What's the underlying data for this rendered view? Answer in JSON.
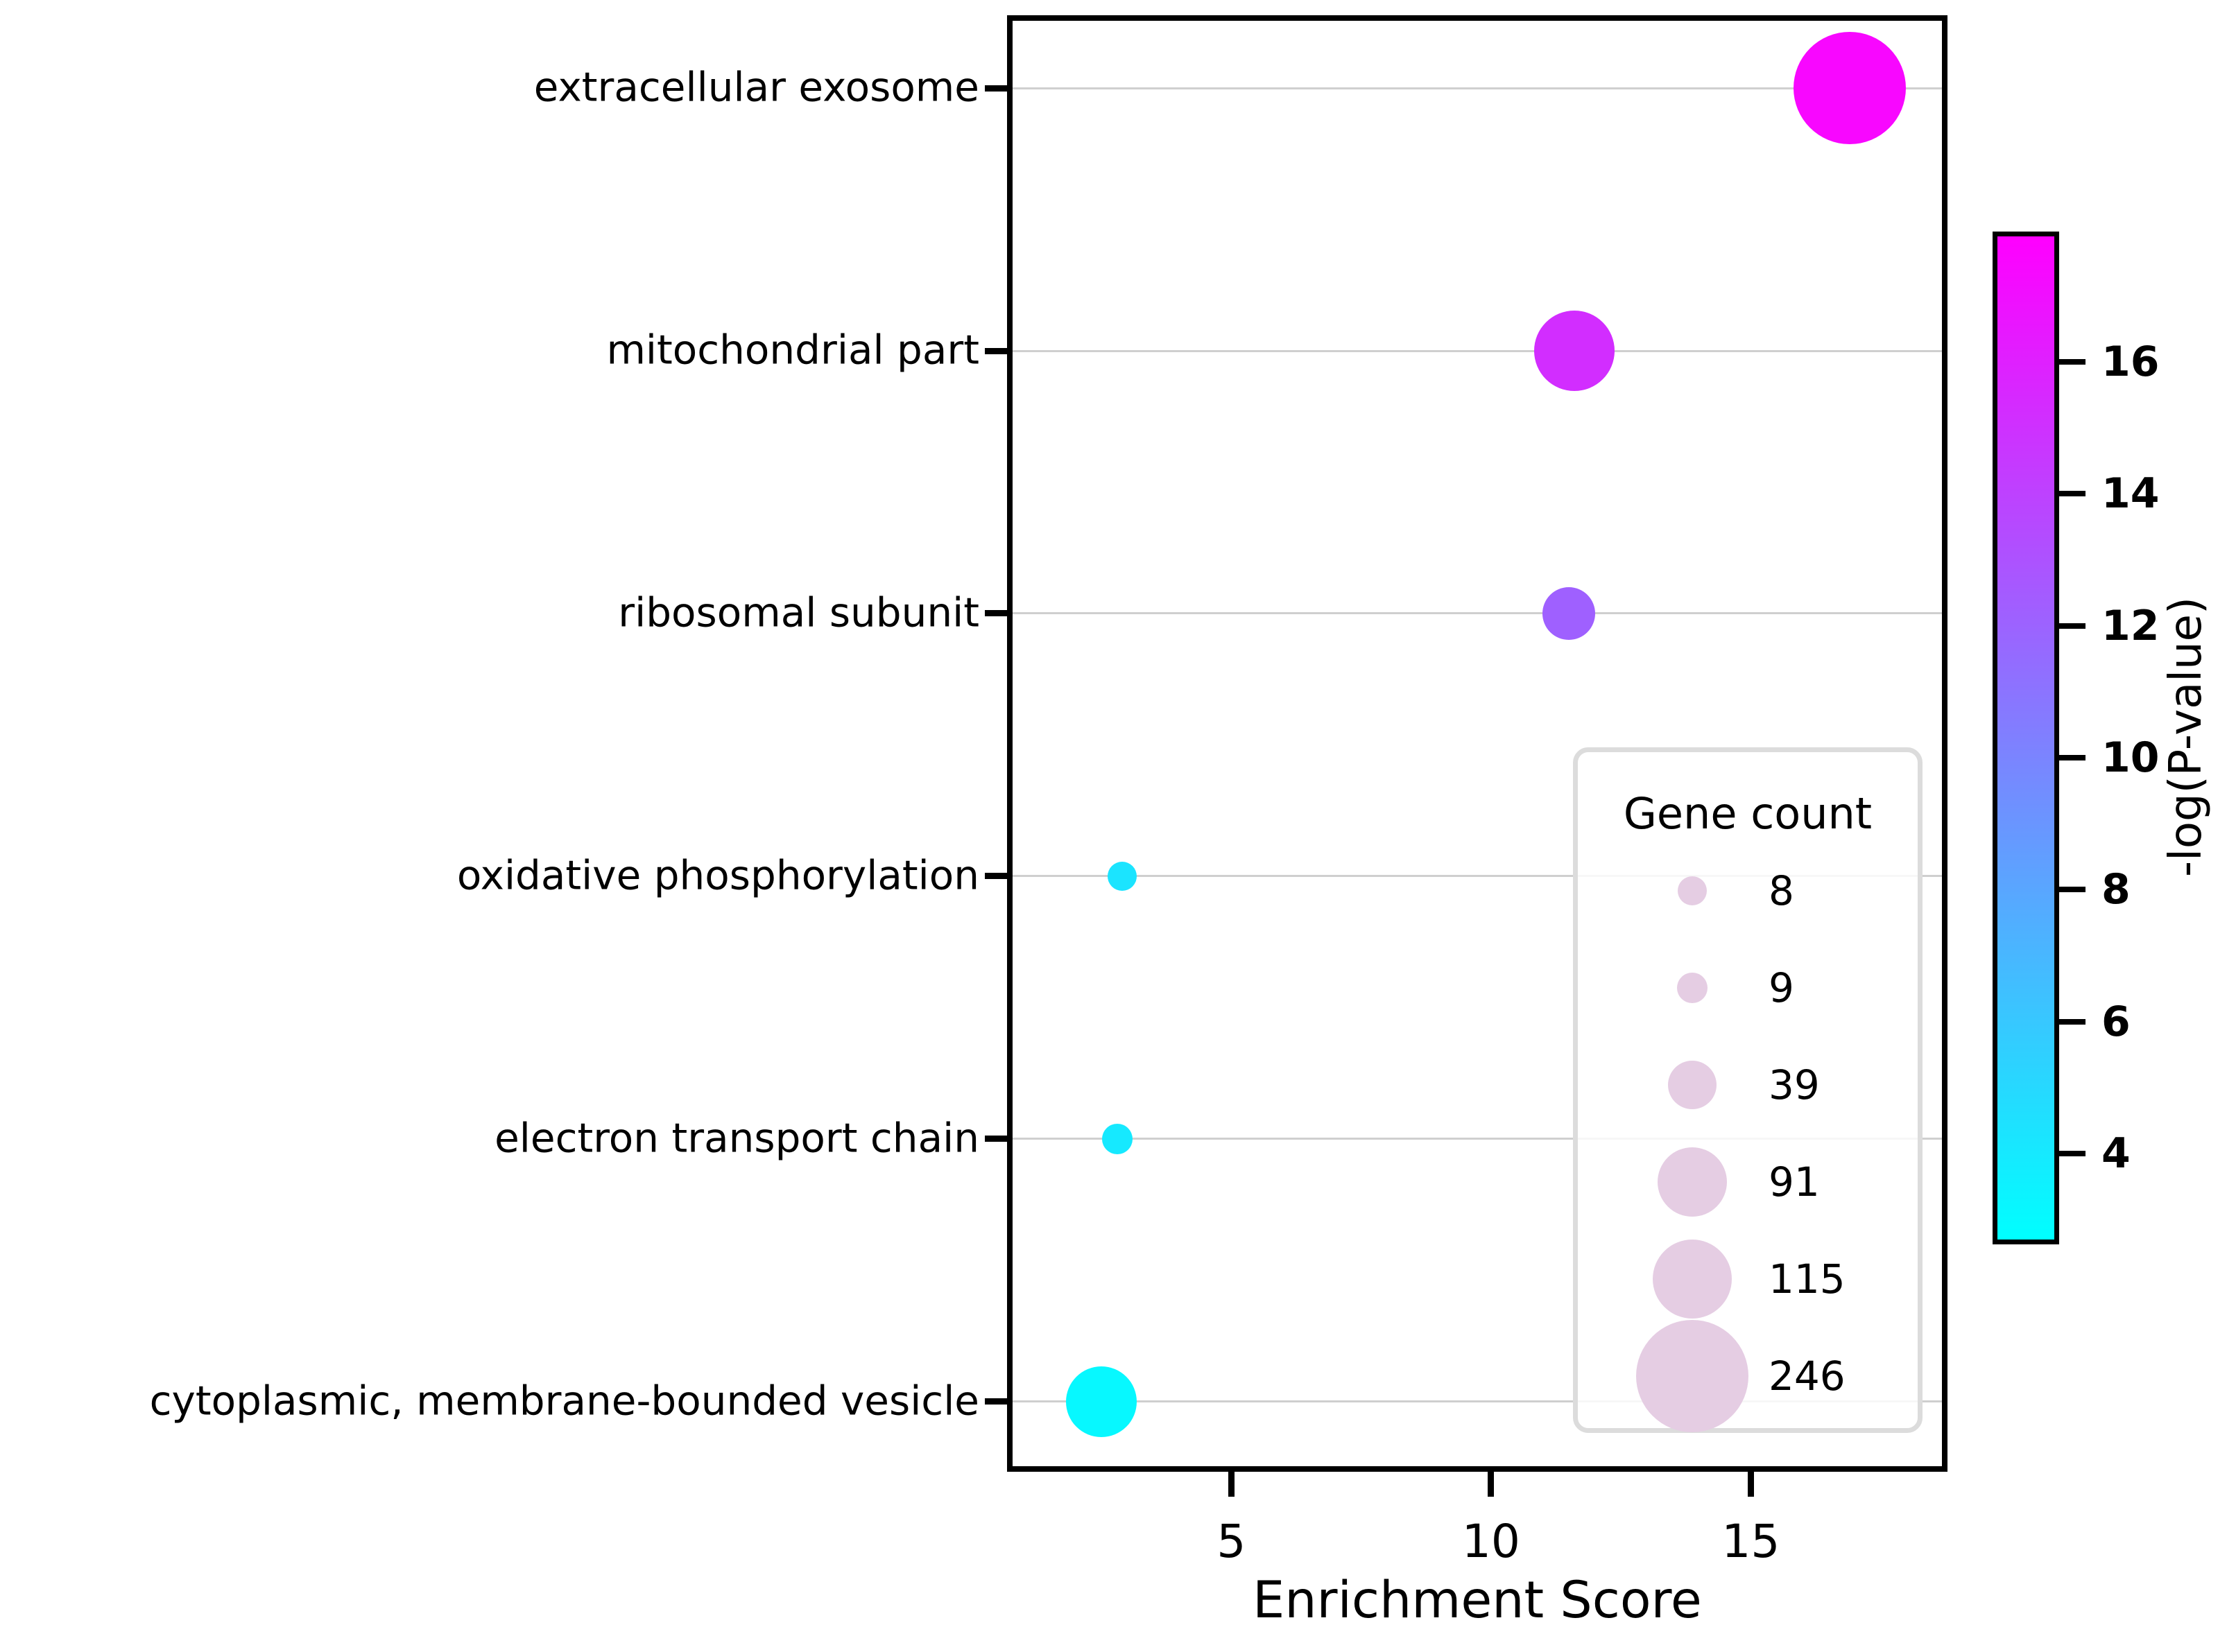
{
  "figure": {
    "background": "#ffffff"
  },
  "chart_data": {
    "type": "scatter",
    "title": "",
    "xlabel": "Enrichment Score",
    "ylabel": "",
    "x_ticks": [
      5,
      10,
      15
    ],
    "xlim": [
      0.79,
      18.68
    ],
    "grid": "horizontal-only",
    "legend_position": "inside lower-right",
    "points": [
      {
        "category": "extracellular exosome",
        "enrichment_score": 16.9,
        "gene_count": 246,
        "neg_log_p": 17.5,
        "marker_radius_px": 81
      },
      {
        "category": "mitochondrial part",
        "enrichment_score": 11.6,
        "gene_count": 115,
        "neg_log_p": 15.2,
        "marker_radius_px": 58
      },
      {
        "category": "ribosomal subunit",
        "enrichment_score": 11.5,
        "gene_count": 39,
        "neg_log_p": 12.2,
        "marker_radius_px": 38
      },
      {
        "category": "oxidative phosphorylation",
        "enrichment_score": 2.9,
        "gene_count": 8,
        "neg_log_p": 4.3,
        "marker_radius_px": 21
      },
      {
        "category": "electron transport chain",
        "enrichment_score": 2.8,
        "gene_count": 9,
        "neg_log_p": 4.0,
        "marker_radius_px": 22
      },
      {
        "category": "cytoplasmic, membrane-bounded vesicle",
        "enrichment_score": 2.5,
        "gene_count": 91,
        "neg_log_p": 3.1,
        "marker_radius_px": 51
      }
    ],
    "size_legend": {
      "title": "Gene count",
      "swatch_color": "#E5CDE3",
      "entries": [
        {
          "label": "8",
          "radius_px": 21
        },
        {
          "label": "9",
          "radius_px": 22
        },
        {
          "label": "39",
          "radius_px": 35
        },
        {
          "label": "91",
          "radius_px": 50
        },
        {
          "label": "115",
          "radius_px": 57
        },
        {
          "label": "246",
          "radius_px": 81
        }
      ]
    },
    "colorbar": {
      "label": "-log(P-value)",
      "ticks": [
        4,
        6,
        8,
        10,
        12,
        14,
        16
      ],
      "vmin": 2.7,
      "vmax": 17.9,
      "top_color": "#FF00FF",
      "bottom_color": "#00FFFF",
      "colormap": "cool (cyan to magenta)"
    },
    "colors": {
      "gridline": "#cfcfcf",
      "axis": "#000000",
      "text": "#000000"
    }
  }
}
